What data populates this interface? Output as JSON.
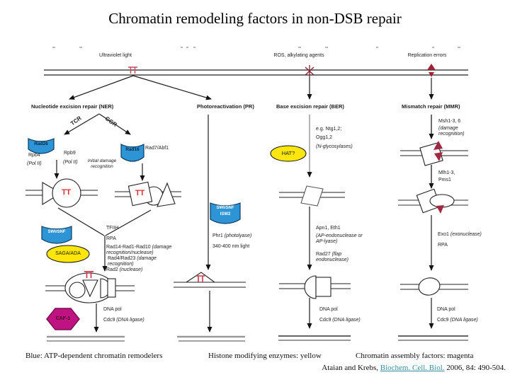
{
  "slide": {
    "title": "Chromatin remodeling factors in non-DSB repair"
  },
  "colors": {
    "remodeler_blue": "#2D95D5",
    "histone_yellow": "#FFE60A",
    "assembly_magenta": "#BE1380",
    "damage_red": "#E0312E",
    "lesion_dark_red": "#9D2235",
    "link_teal": "#3E8FA0"
  },
  "tt": "TT",
  "sources": {
    "uv": "Ultraviolet light",
    "ros": "ROS, alkylating agents",
    "replication": "Replication errors"
  },
  "ner": {
    "heading": "Nucleotide excision repair (NER)",
    "tcr": "TCR",
    "ggr": "GGR",
    "rad26": "Rad26",
    "rpb4": "Rpb4",
    "rpb4_note": "(Pol II)",
    "rpb9": "Rpb9",
    "rpb9_note": "(Pol II)",
    "initial": "Initial damage recognition",
    "rad16": "Rad16",
    "rad7": "Rad7/Abf1",
    "swisnf": "SWI/SNF",
    "saga": "SAGA/ADA",
    "tfiih": "TFIIH",
    "rpa": "RPA",
    "rad14": "Rad14-Rad1-Rad10",
    "rad14_note": "(damage recognition/nuclease)",
    "rad4": "Rad4/Rad23",
    "rad4_note": "(damage recognition)",
    "rad2": "Rad2",
    "rad2_note": "(nuclease)",
    "caf1": "CAF-1",
    "dna_pol": "DNA pol",
    "cdc9": "Cdc9",
    "cdc9_note": "(DNA ligase)"
  },
  "pr": {
    "heading": "Photoreactivation (PR)",
    "cup_line1": "SWI/SNF",
    "cup_line2": "ISW2",
    "phr1": "Phr1",
    "phr1_note": "(photolyase)",
    "light": "340-400 nm light"
  },
  "ber": {
    "heading": "Base excision repair (BER)",
    "glyco1": "e.g. Ntg1,2;",
    "glyco2": "Ogg1,2",
    "glyco_note": "(N-glycosylases)",
    "hat": "HAT?",
    "apn1": "Apn1, Eth1",
    "apn1_note": "(AP-endonuclease or AP-lyase)",
    "rad27": "Rad27",
    "rad27_note": "(flap endonuclease)",
    "dna_pol": "DNA pol",
    "cdc9": "Cdc9",
    "cdc9_note": "(DNA ligase)"
  },
  "mmr": {
    "heading": "Mismatch repair (MMR)",
    "msh": "Msh1-3, 6",
    "msh_note": "(damage recognition)",
    "mlh": "Mlh1-3,",
    "pms": "Pms1",
    "exo1": "Exo1",
    "exo1_note": "(exonuclease)",
    "rpa": "RPA",
    "dna_pol": "DNA pol",
    "cdc9": "Cdc9",
    "cdc9_note": "(DNA ligase)"
  },
  "legend": {
    "blue": "Blue: ATP-dependent chromatin remodelers",
    "yellow": "Histone modifying enzymes: yellow",
    "magenta": "Chromatin assembly factors: magenta",
    "citation_prefix": "Ataian and Krebs,",
    "citation_link": "Biochem. Cell. Biol.",
    "citation_suffix": "2006, 84: 490-504."
  }
}
